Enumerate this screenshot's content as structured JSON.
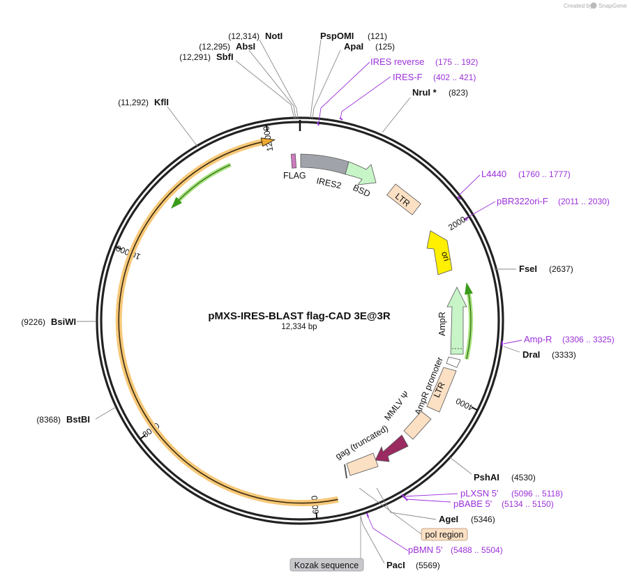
{
  "branding": {
    "created_by": "Created by",
    "app_name": "SnapGene"
  },
  "map": {
    "title": "pMXS-IRES-BLAST flag-CAD 3E@3R",
    "length_label": "12,334 bp"
  },
  "ticks": [
    "2000",
    "4000",
    "6000",
    "8000",
    "10,000",
    "12,000"
  ],
  "sites": [
    {
      "name": "NotI",
      "pos": "(12,314)"
    },
    {
      "name": "AbsI",
      "pos": "(12,295)"
    },
    {
      "name": "SbfI",
      "pos": "(12,291)"
    },
    {
      "name": "PspOMI",
      "pos": "(121)"
    },
    {
      "name": "ApaI",
      "pos": "(125)"
    },
    {
      "name": "KflI",
      "pos": "(11,292)"
    },
    {
      "name": "NruI *",
      "pos": "(823)"
    },
    {
      "name": "FseI",
      "pos": "(2637)"
    },
    {
      "name": "DraI",
      "pos": "(3333)"
    },
    {
      "name": "PshAI",
      "pos": "(4530)"
    },
    {
      "name": "AgeI",
      "pos": "(5346)"
    },
    {
      "name": "PacI",
      "pos": "(5569)"
    },
    {
      "name": "BsiWI",
      "pos": "(9226)"
    },
    {
      "name": "BstBI",
      "pos": "(8368)"
    }
  ],
  "primers": [
    {
      "name": "IRES reverse",
      "pos": "(175 .. 192)"
    },
    {
      "name": "IRES-F",
      "pos": "(402 .. 421)"
    },
    {
      "name": "L4440",
      "pos": "(1760 .. 1777)"
    },
    {
      "name": "pBR322ori-F",
      "pos": "(2011 .. 2030)"
    },
    {
      "name": "Amp-R",
      "pos": "(3306 .. 3325)"
    },
    {
      "name": "pLXSN 5'",
      "pos": "(5096 .. 5118)"
    },
    {
      "name": "pBABE 5'",
      "pos": "(5134 .. 5150)"
    },
    {
      "name": "pBMN 5'",
      "pos": "(5488 .. 5504)"
    }
  ],
  "features": {
    "flag": "FLAG",
    "ires2": "IRES2",
    "bsd": "BSD",
    "ltr_top": "LTR",
    "ori": "ori",
    "ampr": "AmpR",
    "ampr_promoter": "AmpR promoter",
    "ltr_bottom": "LTR",
    "mmlv": "MMLV Ψ",
    "gag": "gag (truncated)"
  },
  "badges": {
    "pol_region": "pol region",
    "kozak": "Kozak sequence"
  },
  "colors": {
    "backbone": "#222222",
    "primer": "#9b30d9",
    "orange_feature": "#f0a830",
    "green_arrow": "#3a9a1a",
    "ltr_fill": "#fbe0c4",
    "ires_fill": "#a0a4aa",
    "bsd_fill": "#c8f5c8",
    "ori_fill": "#ffef00",
    "gag_fill": "#9a2a60",
    "badge_gray": "#c8c8cc",
    "badge_peach": "#fbe0c4"
  }
}
